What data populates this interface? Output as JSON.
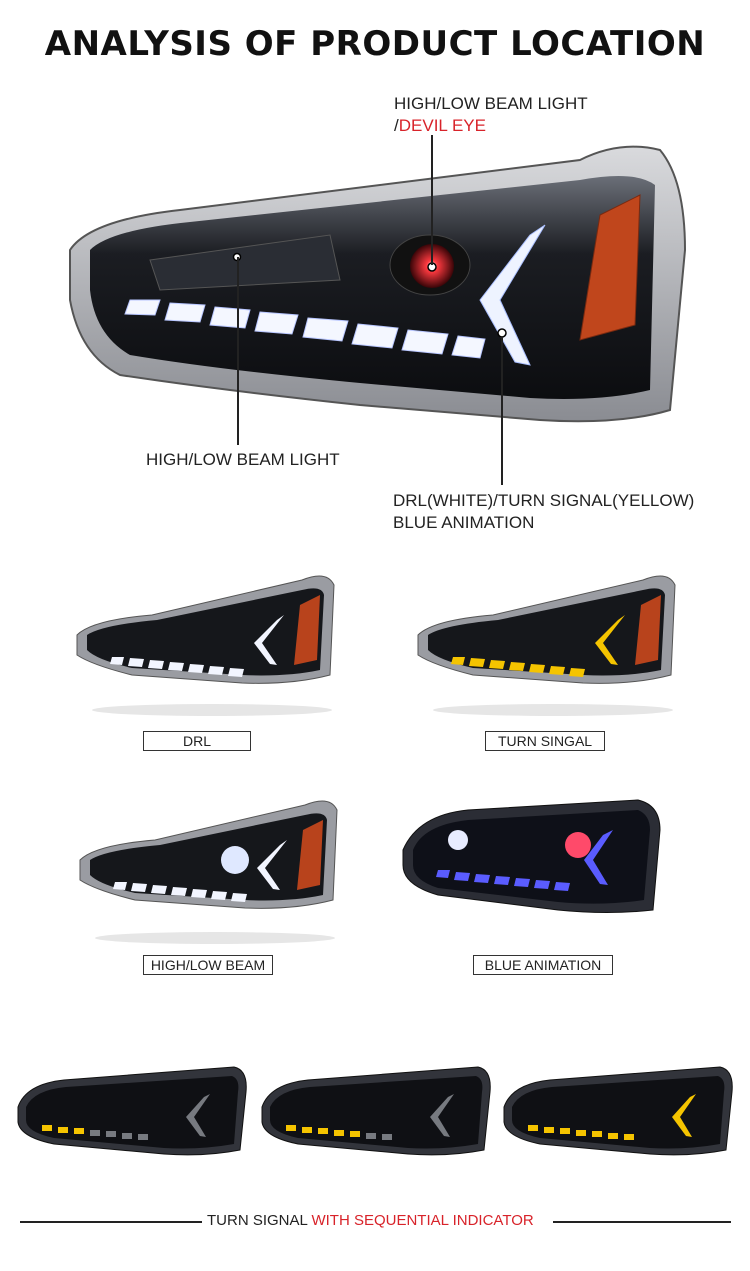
{
  "title": "ANALYSIS OF PRODUCT LOCATION",
  "callouts": {
    "top_right_line1": "HIGH/LOW BEAM LIGHT",
    "top_right_line2_prefix": "/",
    "top_right_line2_red": "DEVIL EYE",
    "left": "HIGH/LOW BEAM LIGHT",
    "drl_line1": "DRL(WHITE)/TURN SIGNAL(YELLOW)",
    "drl_line2": "BLUE ANIMATION"
  },
  "modes": [
    {
      "label": "DRL"
    },
    {
      "label": "TURN SINGAL"
    },
    {
      "label": "HIGH/LOW BEAM"
    },
    {
      "label": "BLUE ANIMATION"
    }
  ],
  "bottom": {
    "prefix": "TURN SIGNAL ",
    "red": "WITH SEQUENTIAL INDICATOR"
  },
  "colors": {
    "accent_red": "#d8232a",
    "amber": "#f5c400",
    "blue_anim": "#5a5cff"
  }
}
